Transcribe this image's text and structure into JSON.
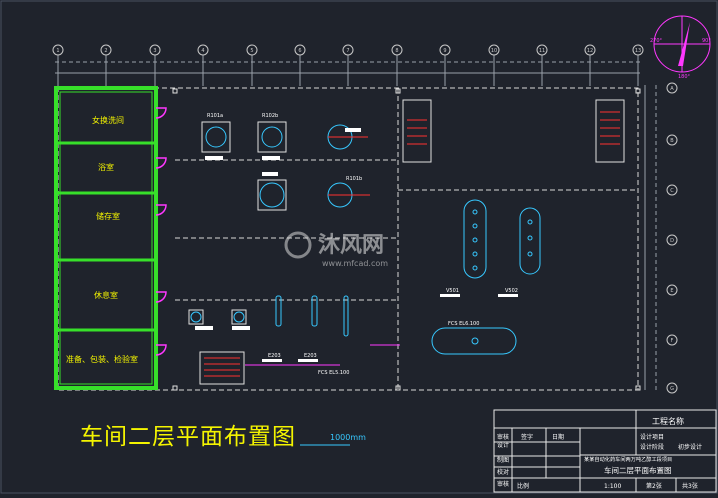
{
  "drawing": {
    "main_title": "车间二层平面布置图",
    "scale_note": "1000mm",
    "watermark": {
      "brand": "沐风网",
      "url": "www.mfcad.com"
    },
    "compass": {
      "label_left": "270°",
      "label_right": "90°",
      "label_bottom": "180°"
    }
  },
  "axes": {
    "top": [
      "1",
      "2",
      "3",
      "4",
      "5",
      "6",
      "7",
      "8",
      "9",
      "10",
      "11",
      "12",
      "13"
    ],
    "right": [
      "A",
      "B",
      "C",
      "D",
      "E",
      "F",
      "G"
    ]
  },
  "rooms": [
    "女换洗间",
    "浴室",
    "储存室",
    "休息室",
    "准备、包装、检验室"
  ],
  "equipment": {
    "r101a": "R101a",
    "r102b": "R102b",
    "r101b": "R101b",
    "v501": "V501",
    "v502": "V502",
    "fcs": "FCS EL6.100",
    "fcs2": "FCS EL5.100",
    "e203a": "E203",
    "e203b": "E203"
  },
  "title_block": {
    "project_name": "工程名称",
    "design_project": "设计项目",
    "design_stage": "设计阶段",
    "stage_value": "初步设计",
    "roles": [
      "审核",
      "设计",
      "制图",
      "校对",
      "审核"
    ],
    "sign_header": "签字",
    "date_header": "日期",
    "project_desc": "某某自动化药车间两万吨乙醇工段项目",
    "drawing_name": "车间二层平面布置图",
    "scale_label": "比例",
    "scale_value": "1:100",
    "sheet": "第2张",
    "total": "共3张"
  }
}
